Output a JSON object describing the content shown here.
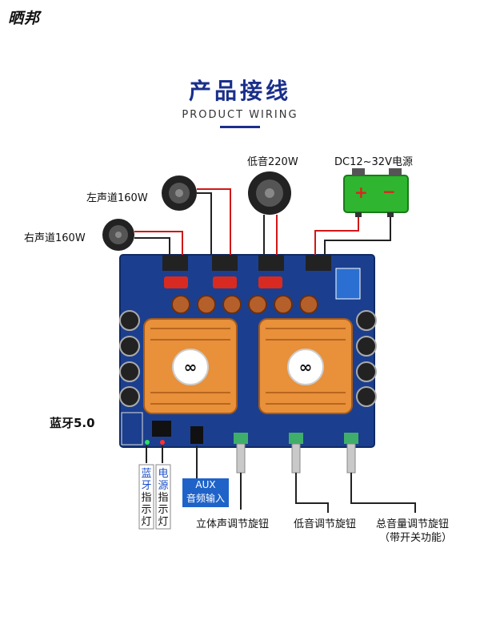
{
  "brand": "晒邦",
  "title": "产品接线",
  "subtitle": "PRODUCT WIRING",
  "labels": {
    "bass_speaker": "低音220W",
    "power_supply": "DC12~32V电源",
    "left_channel": "左声道160W",
    "right_channel": "右声道160W",
    "bluetooth": "蓝牙5.0",
    "bt_indicator": [
      "蓝",
      "牙",
      "指",
      "示",
      "灯"
    ],
    "power_indicator": [
      "电",
      "源",
      "指",
      "示",
      "灯"
    ],
    "aux_line1": "AUX",
    "aux_line2": "音频输入",
    "stereo_knob": "立体声调节旋钮",
    "bass_knob": "低音调节旋钮",
    "volume_knob": "总音量调节旋钮",
    "volume_knob_note": "（带开关功能）"
  },
  "battery_symbols": {
    "plus": "+",
    "minus": "−"
  },
  "colors": {
    "title": "#1a2f8a",
    "board": "#1b3f8e",
    "heatsink": "#e8903a",
    "battery": "#2fb52f",
    "aux_box": "#1f63c9",
    "wire_red": "#d01818"
  }
}
